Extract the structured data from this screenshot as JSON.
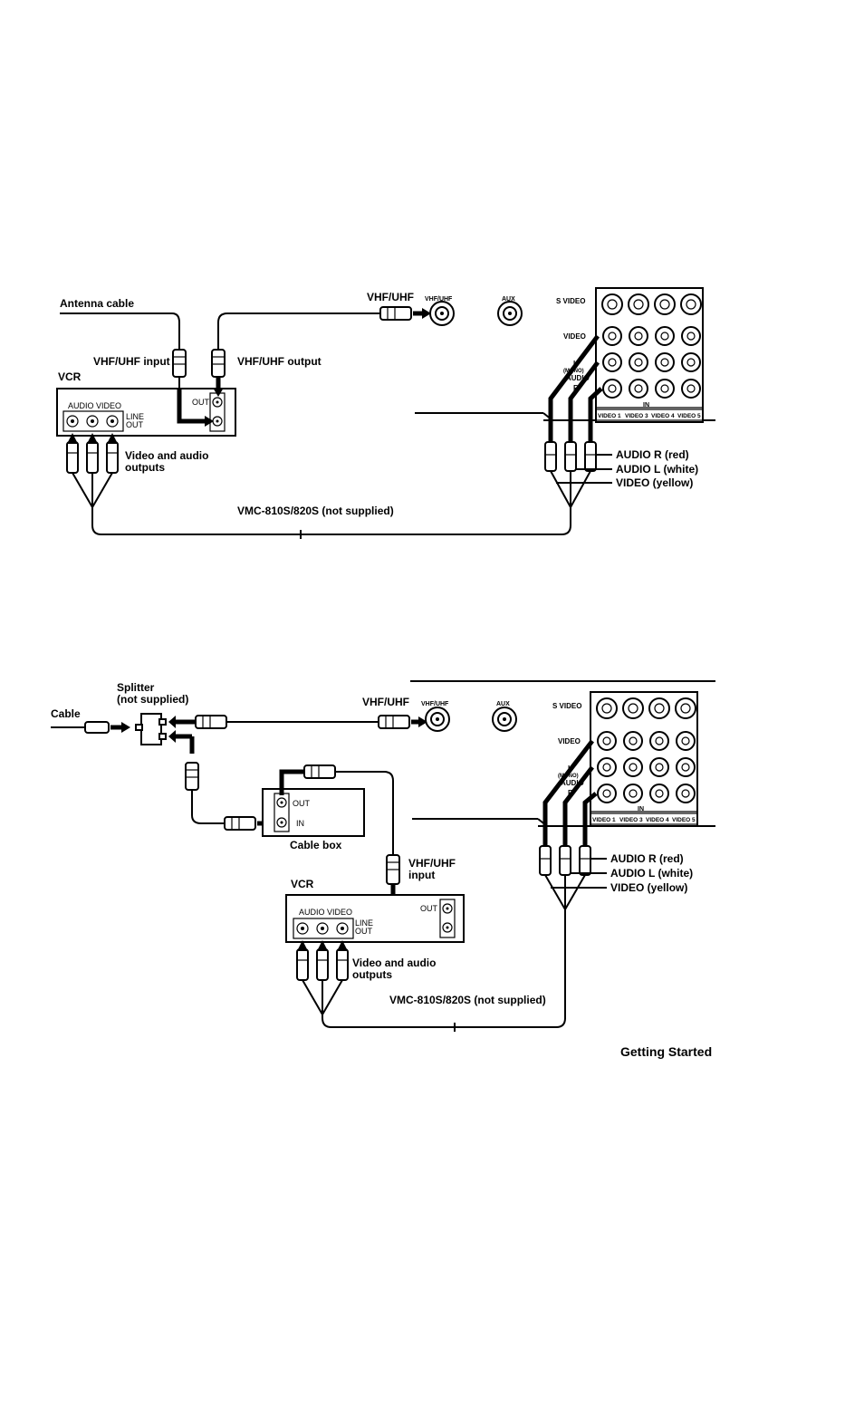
{
  "diagram1": {
    "antenna_cable": "Antenna cable",
    "vhf_uhf_input": "VHF/UHF input",
    "vhf_uhf_output": "VHF/UHF output",
    "vhf_uhf": "VHF/UHF",
    "vhf_uhf_jack": "VHF/UHF",
    "aux": "AUX",
    "vcr": "VCR",
    "out": "OUT",
    "audio_video": "AUDIO VIDEO",
    "line": "LINE",
    "line_out": "OUT",
    "video_audio_outputs_1": "Video and audio",
    "video_audio_outputs_2": "outputs",
    "cable_model": "VMC-810S/820S (not supplied)",
    "s_video": "S VIDEO",
    "video": "VIDEO",
    "l_mono": "L",
    "mono": "(MONO)",
    "audio": "AUDIO",
    "r": "R",
    "in": "IN",
    "inputs": [
      "VIDEO 1",
      "VIDEO 3",
      "VIDEO 4",
      "VIDEO 5"
    ],
    "audio_r": "AUDIO R (red)",
    "audio_l": "AUDIO L (white)",
    "video_yellow": "VIDEO (yellow)"
  },
  "diagram2": {
    "splitter": "Splitter",
    "not_supplied": "(not supplied)",
    "cable": "Cable",
    "vhf_uhf": "VHF/UHF",
    "vhf_uhf_jack": "VHF/UHF",
    "aux": "AUX",
    "cable_box": "Cable box",
    "box_out": "OUT",
    "box_in": "IN",
    "vhf_uhf_input_1": "VHF/UHF",
    "vhf_uhf_input_2": "input",
    "vcr": "VCR",
    "out": "OUT",
    "audio_video": "AUDIO VIDEO",
    "line": "LINE",
    "line_out": "OUT",
    "video_audio_outputs_1": "Video and audio",
    "video_audio_outputs_2": "outputs",
    "cable_model": "VMC-810S/820S (not supplied)",
    "s_video": "S VIDEO",
    "video": "VIDEO",
    "l_mono": "L",
    "mono": "(MONO)",
    "audio": "AUDIO",
    "r": "R",
    "in": "IN",
    "inputs": [
      "VIDEO 1",
      "VIDEO 3",
      "VIDEO 4",
      "VIDEO 5"
    ],
    "audio_r": "AUDIO R (red)",
    "audio_l": "AUDIO L (white)",
    "video_yellow": "VIDEO (yellow)"
  },
  "footer": {
    "section": "Getting Started"
  }
}
